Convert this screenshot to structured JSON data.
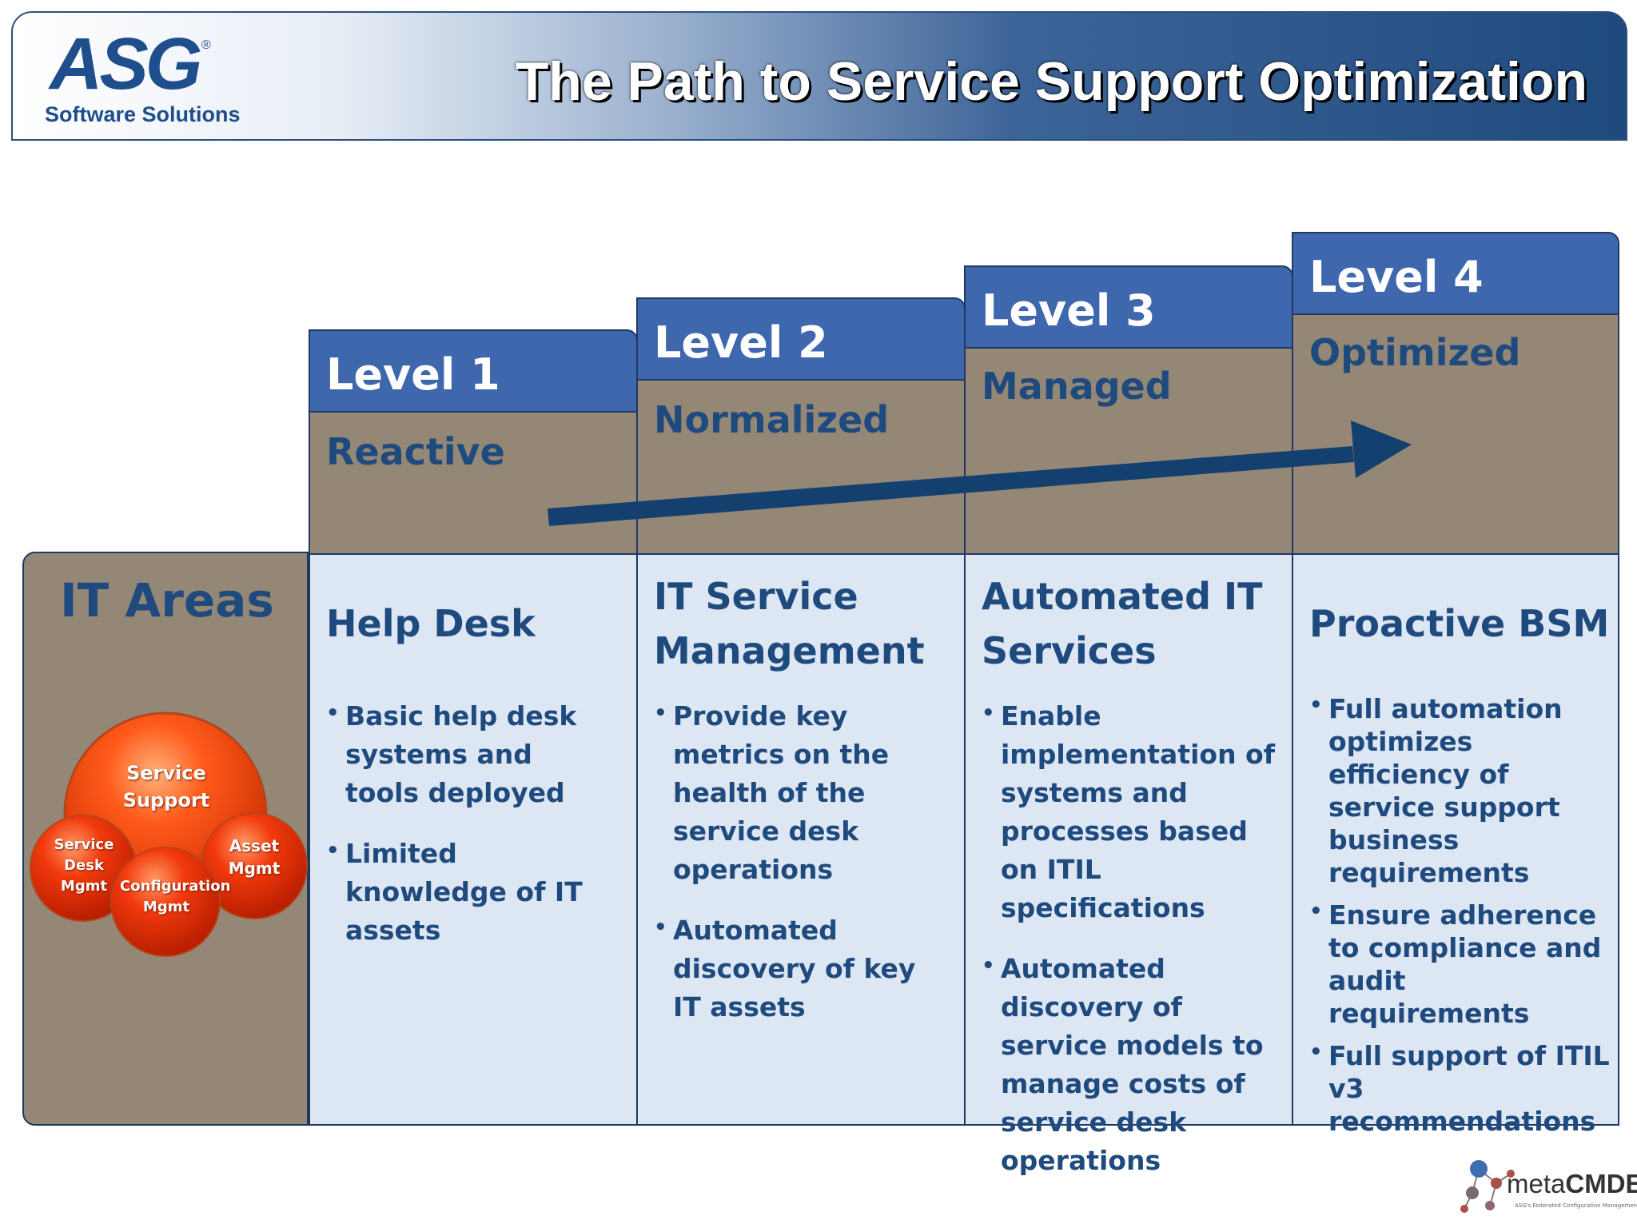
{
  "header": {
    "logo_main": "ASG",
    "logo_reg": "®",
    "logo_sub": "Software Solutions",
    "title": "The Path to Service Support Optimization"
  },
  "levels": [
    {
      "label": "Level 1",
      "name": "Reactive"
    },
    {
      "label": "Level 2",
      "name": "Normalized"
    },
    {
      "label": "Level 3",
      "name": "Managed"
    },
    {
      "label": "Level 4",
      "name": "Optimized"
    }
  ],
  "it_areas": {
    "title": "IT Areas",
    "balls": [
      "Service Support",
      "Service Desk Mgmt",
      "Asset Mgmt",
      "Configuration Mgmt"
    ]
  },
  "columns": [
    {
      "title": "Help Desk",
      "bullets": [
        "Basic help desk systems and tools deployed",
        "Limited knowledge of IT assets"
      ]
    },
    {
      "title": "IT Service Management",
      "bullets": [
        "Provide key metrics on the health of the service desk operations",
        "Automated discovery of key IT assets"
      ]
    },
    {
      "title": "Automated IT Services",
      "bullets": [
        "Enable implementation of systems and processes based on ITIL specifications",
        "Automated discovery of service models to manage costs of service desk operations"
      ]
    },
    {
      "title": "Proactive BSM",
      "bullets": [
        "Full automation optimizes efficiency of service support business requirements",
        "Ensure adherence to compliance and audit requirements",
        "Full support of ITIL v3 recommendations"
      ]
    }
  ],
  "footer": {
    "brand_prefix": "meta",
    "brand_bold": "CMDB",
    "brand_reg": "®",
    "tagline": "ASG's Federated Configuration Management System"
  },
  "colors": {
    "level_blue": "#3f67ad",
    "step_brown": "#958776",
    "panel_blue": "#dde6f3",
    "text_navy": "#1f4a7e",
    "arrow": "#14406f",
    "orange": "#f04a10"
  }
}
